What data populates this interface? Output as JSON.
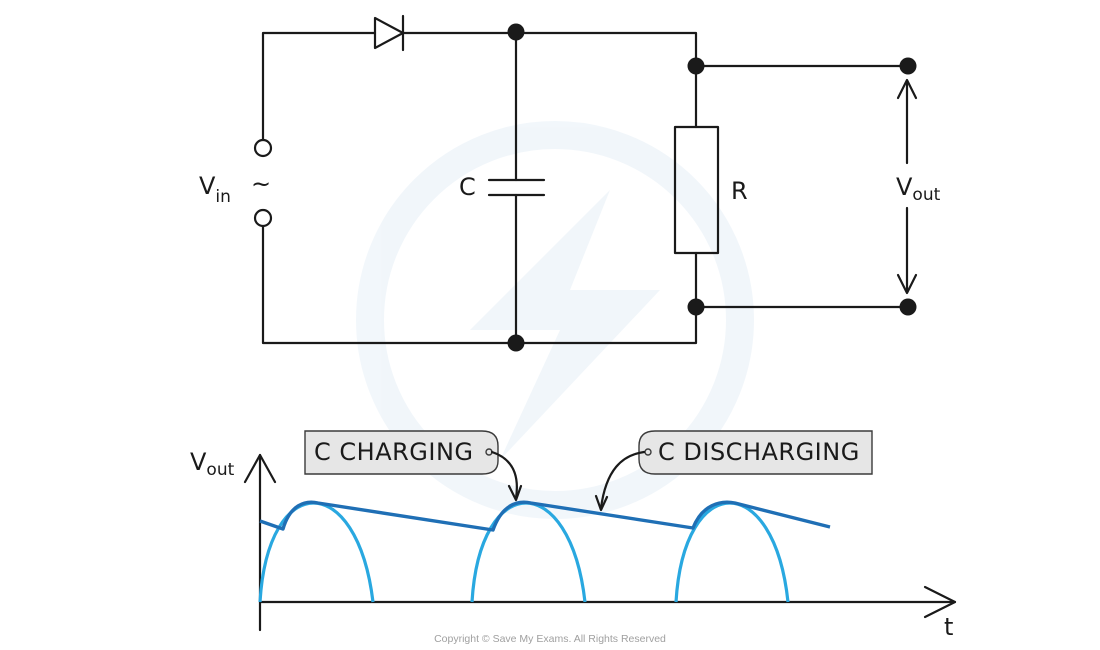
{
  "circuit": {
    "input_label": "V",
    "input_sub": "in",
    "ac_symbol": "~",
    "capacitor_label": "C",
    "resistor_label": "R",
    "output_label": "V",
    "output_sub": "out"
  },
  "graph": {
    "y_axis_label": "V",
    "y_axis_sub": "out",
    "x_axis_label": "t",
    "tag_charging": "C  CHARGING",
    "tag_discharging": "C  DISCHARGING",
    "colors": {
      "rectified": "#29a8e0",
      "smoothed": "#1f6fb5",
      "tag_fill": "#e6e6e6"
    }
  },
  "footer": {
    "copyright": "Copyright © Save My Exams. All Rights Reserved"
  }
}
